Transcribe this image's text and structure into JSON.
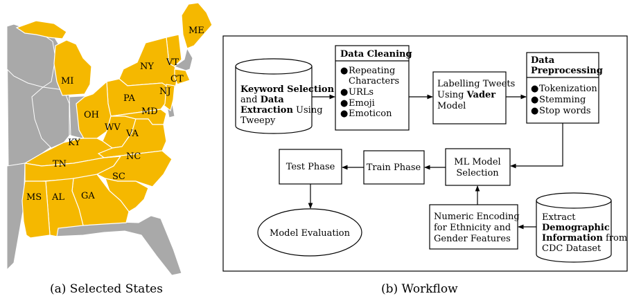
{
  "map": {
    "caption": "(a) Selected States",
    "highlight_color": "#F5B800",
    "other_color": "#A9A9A9",
    "border_color": "#ffffff",
    "states": [
      "ME",
      "VT",
      "NY",
      "CT",
      "NJ",
      "MI",
      "PA",
      "OH",
      "MD",
      "WV",
      "VA",
      "KY",
      "NC",
      "TN",
      "SC",
      "MS",
      "AL",
      "GA"
    ]
  },
  "workflow": {
    "caption": "(b) Workflow",
    "keyword": {
      "l1": "Keyword Selection",
      "l2a": "and ",
      "l2b": "Data",
      "l3a": "Extraction",
      "l3b": " Using",
      "l4": "Tweepy"
    },
    "cleaning": {
      "title": "Data Cleaning",
      "items": [
        "Repeating",
        "Characters",
        "URLs",
        "Emoji",
        "Emoticon"
      ]
    },
    "labelling": {
      "l1": "Labelling Tweets",
      "l2a": "Using ",
      "l2b": "Vader",
      "l3": "Model"
    },
    "preproc": {
      "t1": "Data",
      "t2": "Preprocessing",
      "items": [
        "Tokenization",
        "Stemming",
        "Stop words"
      ]
    },
    "ml": {
      "l1": "ML Model",
      "l2": "Selection"
    },
    "train": "Train Phase",
    "test": "Test Phase",
    "eval": "Model Evaluation",
    "encoding": {
      "l1": "Numeric Encoding",
      "l2": "for Ethnicity and",
      "l3": "Gender Features"
    },
    "extract": {
      "l1": "Extract",
      "l2": "Demographic",
      "l3": "Information",
      "l3b": " from",
      "l4": "CDC Dataset"
    }
  }
}
